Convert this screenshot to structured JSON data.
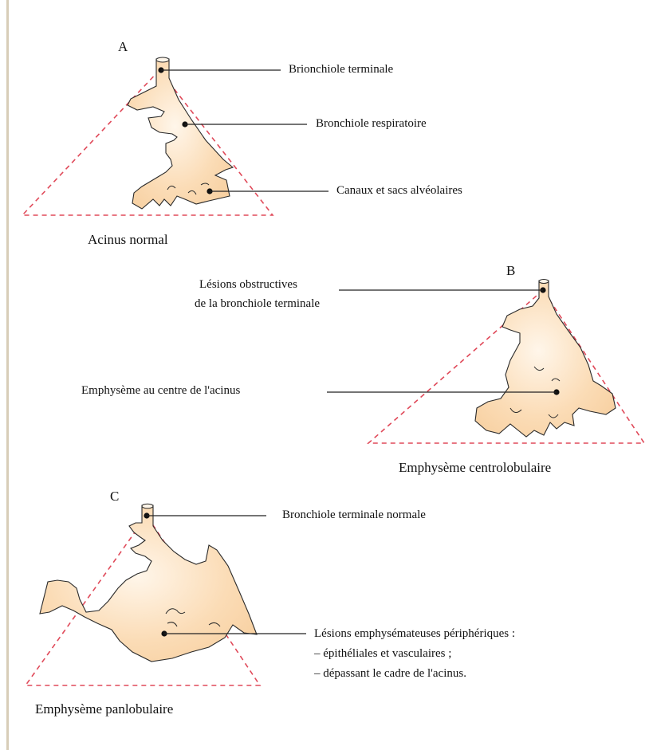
{
  "panels": {
    "a": {
      "letter": "A",
      "title": "Acinus normal",
      "labels": [
        "Brionchiole terminale",
        "Bronchiole respiratoire",
        "Canaux et sacs alvéolaires"
      ]
    },
    "b": {
      "letter": "B",
      "title": "Emphysème centrolobulaire",
      "obstr_line1": "Lésions obstructives",
      "obstr_line2": "de la bronchiole terminale",
      "center_label": "Emphysème au centre de l'acinus"
    },
    "c": {
      "letter": "C",
      "title": "Emphysème panlobulaire",
      "term_label": "Bronchiole terminale normale",
      "periph_line1": "Lésions emphysémateuses périphériques :",
      "periph_line2": "– épithéliales et vasculaires ;",
      "periph_line3": "– dépassant le cadre de l'acinus."
    }
  },
  "colors": {
    "tissue_fill": "#fbdcb6",
    "tissue_stroke": "#2a2a2a",
    "dashed_triangle": "#e04a5a",
    "leader_line": "#222222",
    "left_rule": "#d8cdb8"
  }
}
